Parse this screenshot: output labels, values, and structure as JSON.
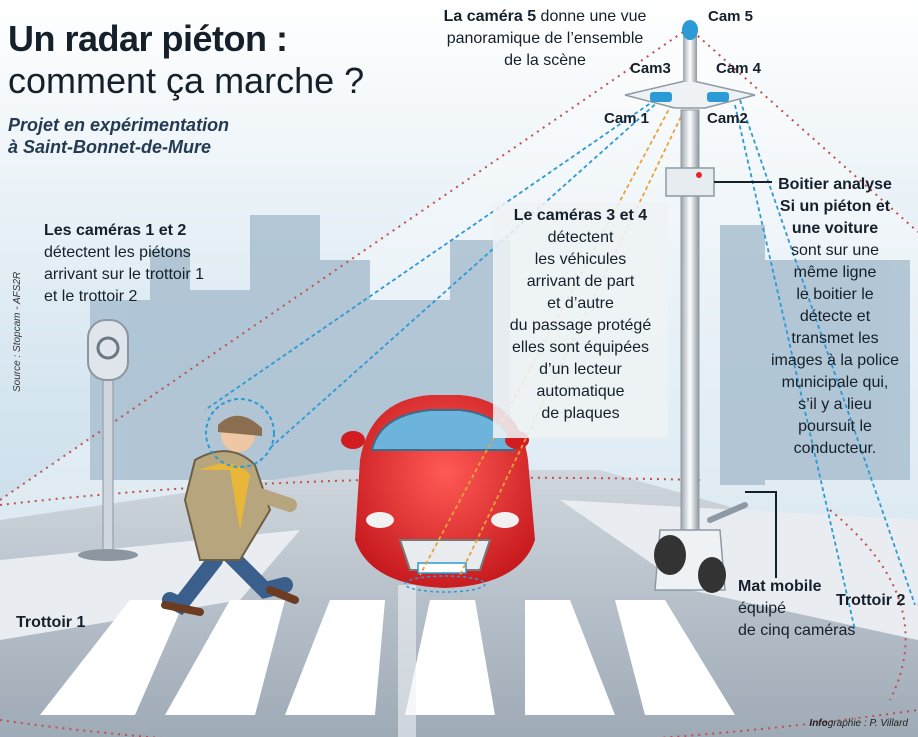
{
  "title_line1": "Un radar piéton :",
  "title_line2": "comment ça marche ?",
  "subtitle_line1": "Projet en expérimentation",
  "subtitle_line2": "à Saint-Bonnet-de-Mure",
  "cam5_bold": "La caméra 5",
  "cam5_text1": " donne une vue",
  "cam5_text2": "panoramique de l’ensemble",
  "cam5_text3": "de la scène",
  "cam_labels": {
    "cam5": "Cam 5",
    "cam3": "Cam3",
    "cam4": "Cam 4",
    "cam1": "Cam 1",
    "cam2": "Cam2"
  },
  "cams12": {
    "heading": "Les caméras 1 et 2",
    "lines": [
      "détectent les piétons",
      "arrivant sur le trottoir 1",
      "et le trottoir 2"
    ]
  },
  "cams34": {
    "heading": "Le caméras 3 et 4",
    "lines": [
      "détectent",
      "les véhicules",
      "arrivant de part",
      "et d’autre",
      "du passage protégé",
      "elles sont équipées",
      "d’un lecteur",
      "automatique",
      "de plaques"
    ]
  },
  "boitier": {
    "heading_lines": [
      "Boitier analyse",
      "Si un piéton et",
      "une voiture"
    ],
    "lines": [
      "sont sur une",
      "même ligne",
      "le boitier le",
      "détecte et",
      "transmet les",
      "images à la police",
      "municipale qui,",
      "s’il y a lieu",
      "poursuit  le",
      "conducteur."
    ]
  },
  "mat": {
    "heading": "Mat mobile",
    "lines": [
      "équipé",
      "de cinq caméras"
    ]
  },
  "trottoir1": "Trottoir 1",
  "trottoir2": "Trottoir 2",
  "source": "Source : Stopcam  - AFS2R",
  "credit_bold": "Info",
  "credit_text": "graphie : P. Villard",
  "colors": {
    "car": "#e3262b",
    "sky": "#cfe1ec",
    "road": "#bdc6cf",
    "cone": "#c0504d",
    "cam_line": "#2c9ad4",
    "cam34_line": "#e8a23a"
  }
}
